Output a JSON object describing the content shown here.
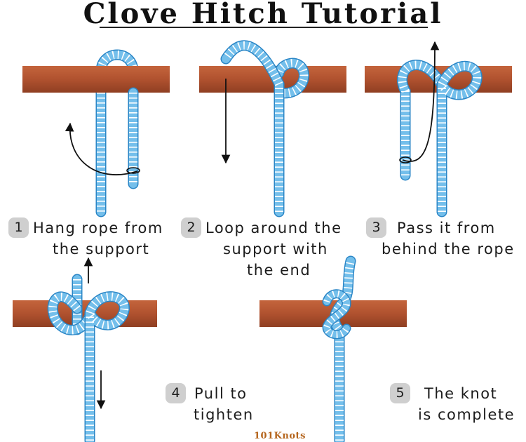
{
  "title": "Clove Hitch Tutorial",
  "colors": {
    "post": "#b0522f",
    "rope": "#74bfeb",
    "rope_outline": "#2b86c6",
    "rope_stripe": "#ffffff",
    "badge": "#cfcfcf",
    "arrow": "#111111"
  },
  "steps": [
    {
      "number": "1",
      "lines": [
        "Hang rope from",
        "the support"
      ]
    },
    {
      "number": "2",
      "lines": [
        "Loop around the",
        "support with",
        "the end"
      ]
    },
    {
      "number": "3",
      "lines": [
        "Pass it from",
        "behind the rope"
      ]
    },
    {
      "number": "4",
      "lines": [
        "Pull to",
        "tighten"
      ]
    },
    {
      "number": "5",
      "lines": [
        "The knot",
        "is complete"
      ]
    }
  ],
  "logo": "101Knots"
}
